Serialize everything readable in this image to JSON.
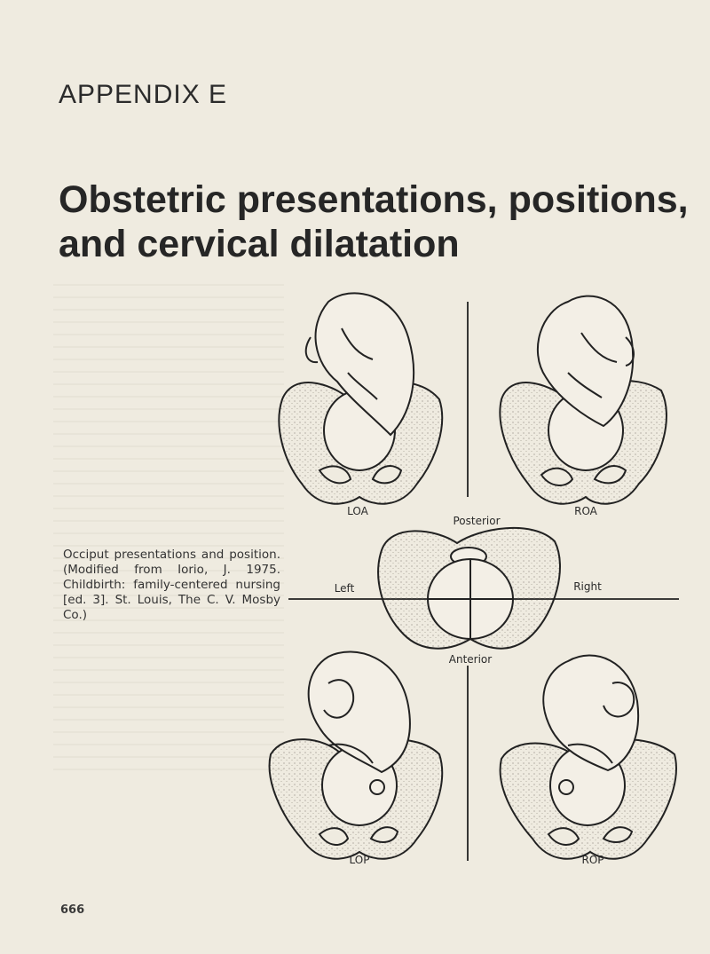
{
  "page": {
    "appendix_label": "APPENDIX E",
    "title_line1": "Obstetric presentations, positions,",
    "title_line2": "and cervical dilatation",
    "page_number": "666"
  },
  "figure": {
    "caption": "Occiput presentations and position. (Modified from Iorio, J. 1975. Childbirth: family-centered nursing [ed. 3]. St. Louis, The C. V. Mosby Co.)",
    "labels": {
      "loa": "LOA",
      "roa": "ROA",
      "lop": "LOP",
      "rop": "ROP",
      "posterior": "Posterior",
      "anterior": "Anterior",
      "left": "Left",
      "right": "Right"
    }
  }
}
